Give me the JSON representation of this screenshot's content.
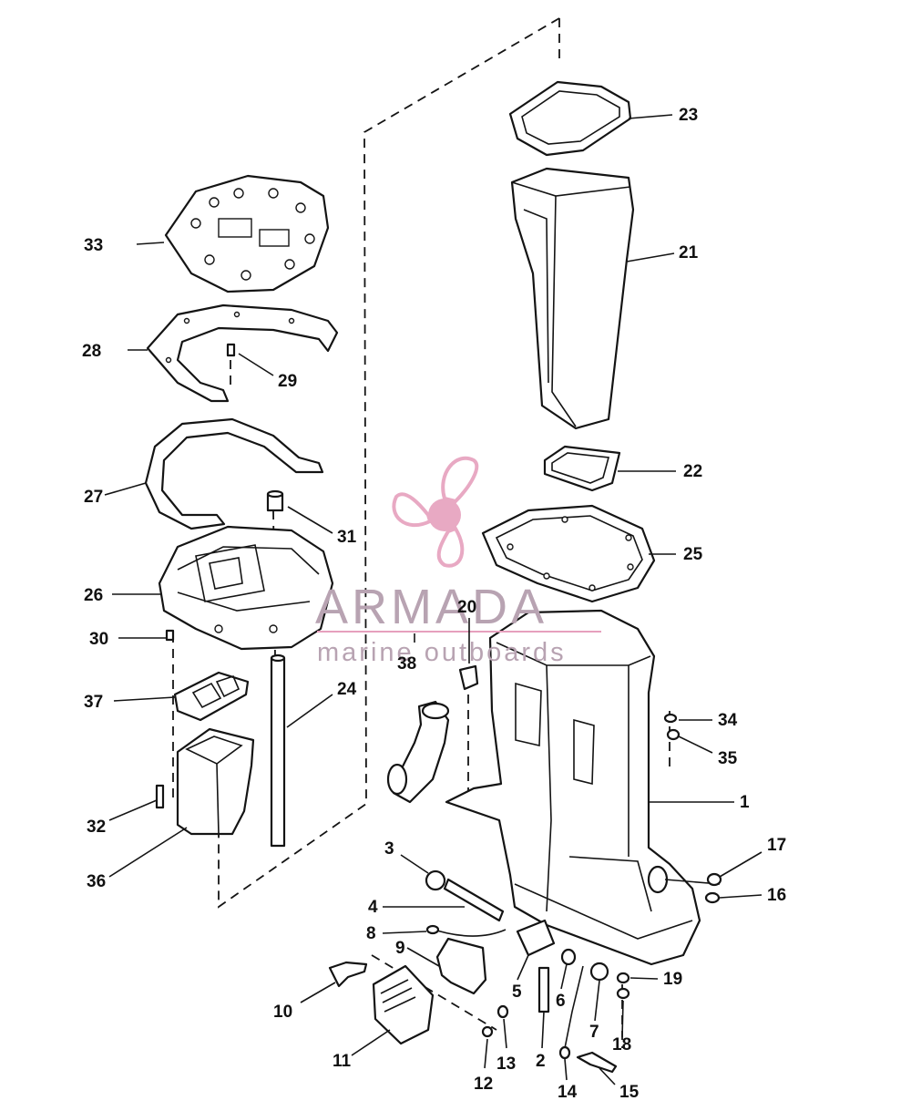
{
  "watermark": {
    "brand": "ARMADA",
    "tagline": "marine outboards",
    "logo_icon": "propeller-icon",
    "logo_color": "#e6a0bd",
    "text_color": "#b8a3b2"
  },
  "callouts": [
    "1",
    "2",
    "3",
    "4",
    "5",
    "6",
    "7",
    "8",
    "9",
    "10",
    "11",
    "12",
    "13",
    "14",
    "15",
    "16",
    "17",
    "18",
    "19",
    "20",
    "21",
    "22",
    "23",
    "24",
    "25",
    "26",
    "27",
    "28",
    "29",
    "30",
    "31",
    "32",
    "33",
    "34",
    "35",
    "36",
    "37",
    "38"
  ]
}
